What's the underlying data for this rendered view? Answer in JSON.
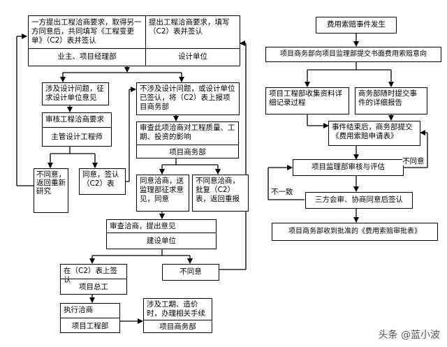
{
  "left_chart": {
    "top": {
      "left_text": "一方提出工程洽商要求，取得另一方同意后，共同填写《工程变更单》（C2）表并签认",
      "left_role": "业主、项目经理部",
      "right_text": "提出工程洽商要求，填写（C2）表并签认",
      "right_role": "设计单位"
    },
    "design_issue": "涉及设计问题，征求设计单位意见",
    "review": {
      "text": "审核工程洽商要求",
      "role": "主管设计工程师"
    },
    "reject_rework": "不同意，返回重新研究",
    "agree_sign": "同意，签认（C2）表",
    "non_design": "不涉及设计问题，或设计单位已签认，将（C2）表上报项目商务部",
    "assess": {
      "text": "审查此项洽商对工程质量、工期、投资的影响",
      "role": "项目商务部"
    },
    "agree_send": "同意洽商，送监理部征求意见，同意",
    "disagree_return": "不同意洽商，批复（C2）表，返回重报",
    "owner_review": {
      "text": "审查洽商，提出意见",
      "role": "建设单位"
    },
    "sign_c2": {
      "text": "在（C2）表上签认",
      "role": "项目总工"
    },
    "not_agree": "不同意",
    "execute": {
      "text": "执行洽商",
      "role": "项目工程部"
    },
    "schedule_cost": {
      "text": "涉及工期、造价时，办理相关手续",
      "role": "项目商务部"
    }
  },
  "right_chart": {
    "event": "费用索赔事件发生",
    "submit_notice": "项目商务部向项目监理部提交书面费用索赔意向",
    "collect": "项目工程部收集资料详细记录过程",
    "report": "商务部随时提交事件的详细报告",
    "after_event": "事件结束后，商务部提交《费用索赔申请表》",
    "supervise_review": "项目监理部审核与评估",
    "label_disagree": "不同意",
    "label_inconsistent": "不一致",
    "tripartite": "三方会审、协商同意后签认",
    "receive_approval": "项目商务部收到批准的《费用索赔审批表》"
  },
  "watermark": "头条 @蓝小波"
}
